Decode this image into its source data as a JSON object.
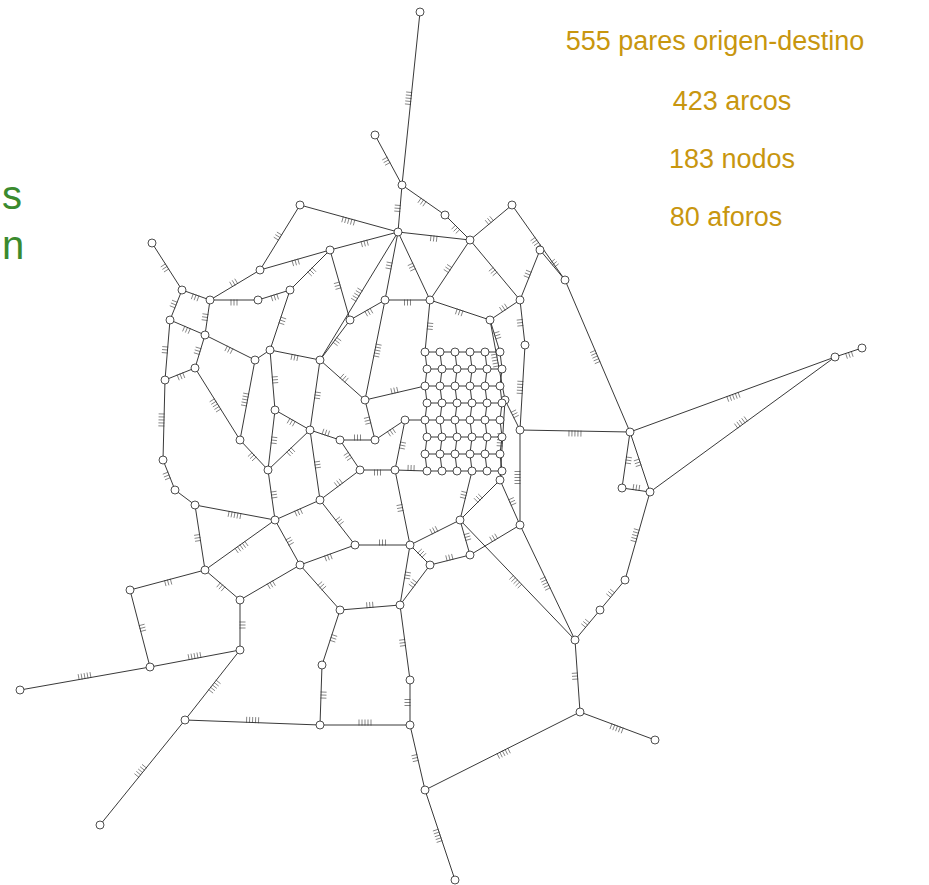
{
  "diagram": {
    "labels": [
      "s",
      "n",
      "555 pares origen-destino",
      "423 arcos",
      "183 nodos",
      "80 aforos"
    ]
  }
}
